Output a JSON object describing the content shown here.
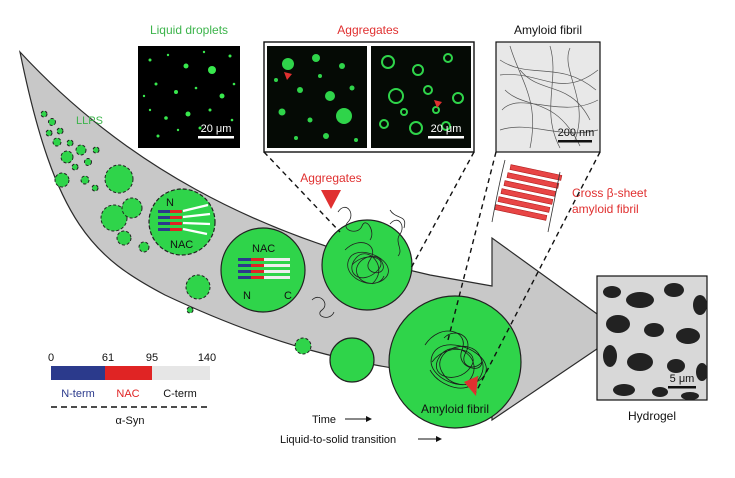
{
  "labels": {
    "liquid_droplets": "Liquid droplets",
    "aggregates_top": "Aggregates",
    "amyloid_fibril_top": "Amyloid fibril",
    "llps": "LLPS",
    "scale_20um_1": "20 μm",
    "scale_20um_2": "20 μm",
    "scale_200nm": "200 nm",
    "scale_5um": "5 μm",
    "aggregates_mid": "Aggregates",
    "cross_beta_line1": "Cross β-sheet",
    "cross_beta_line2": "amyloid fibril",
    "n_small": "N",
    "nac_small": "NAC",
    "nac_mid": "NAC",
    "n_mid": "N",
    "c_mid": "C",
    "amyloid_fibril_bottom": "Amyloid fibril",
    "hydrogel": "Hydrogel",
    "time": "Time",
    "transition": "Liquid-to-solid transition"
  },
  "domain_bar": {
    "ticks": [
      "0",
      "61",
      "95",
      "140"
    ],
    "nterm": "N-term",
    "nac": "NAC",
    "cterm": "C-term",
    "protein": "α-Syn"
  },
  "colors": {
    "droplet_green": "#2fd44a",
    "nterm_blue": "#2b3a8c",
    "nac_red": "#e02424",
    "cterm_gray": "#e6e6e6",
    "llps_green": "#3cb44b",
    "aggregates_red": "#e03030",
    "arrow_gray": "#c8c8c8"
  }
}
